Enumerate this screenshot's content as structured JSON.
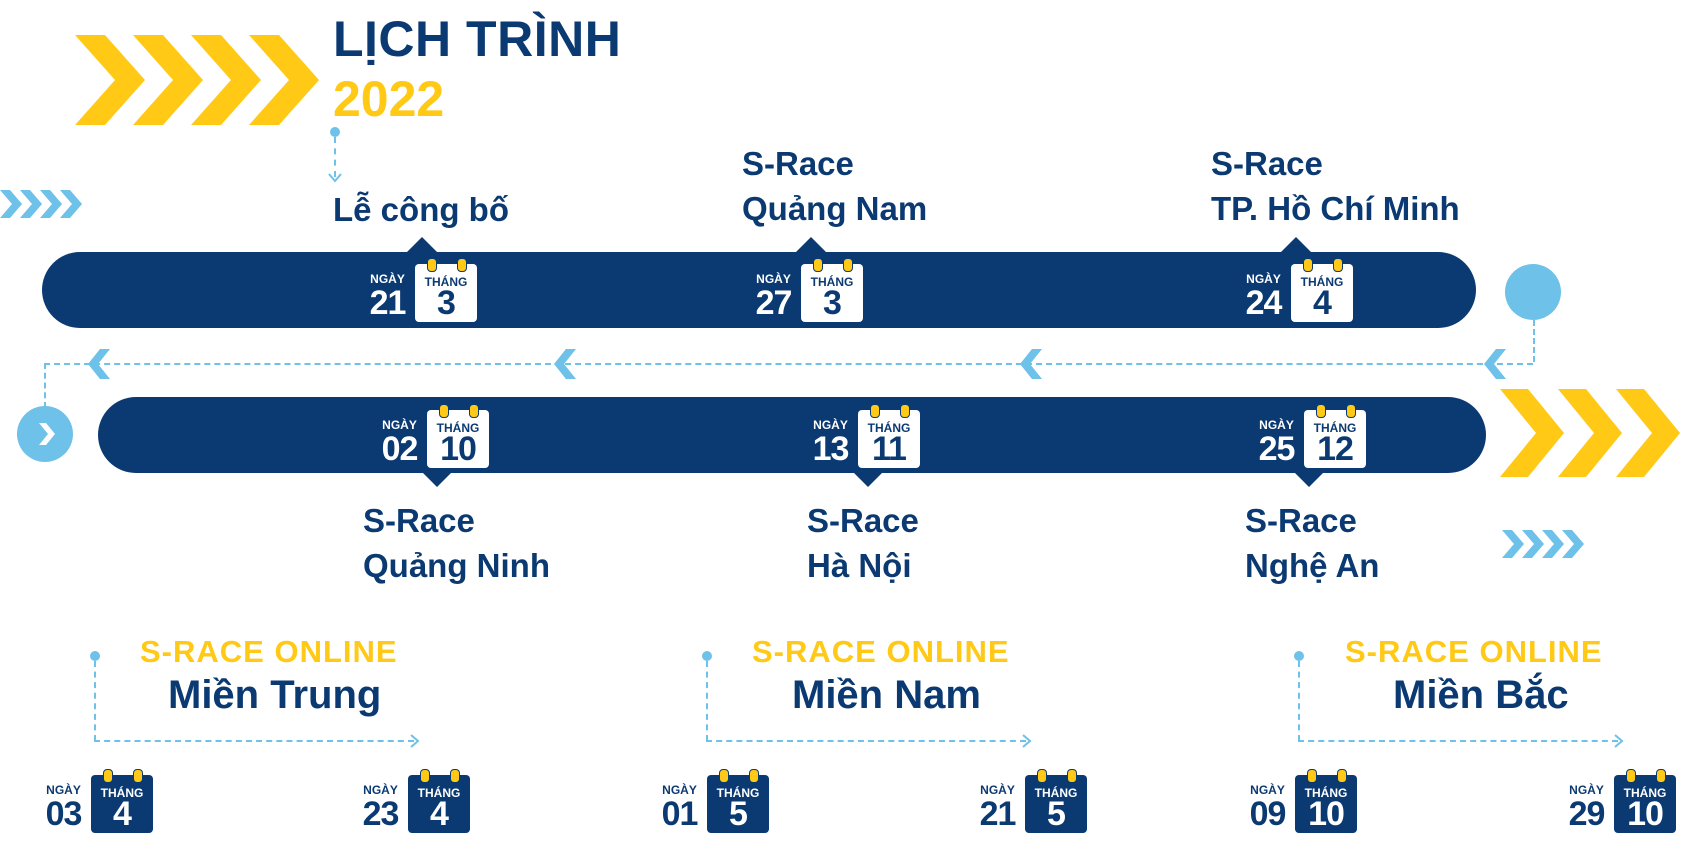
{
  "header": {
    "title_line1": "LỊCH TRÌNH",
    "title_line2": "2022"
  },
  "labels": {
    "ngay": "NGÀY",
    "thang": "THÁNG"
  },
  "top_row": [
    {
      "line1": "",
      "line2": "Lễ công bố",
      "day": "21",
      "month": "3"
    },
    {
      "line1": "S-Race",
      "line2": "Quảng Nam",
      "day": "27",
      "month": "3"
    },
    {
      "line1": "S-Race",
      "line2": "TP. Hồ Chí Minh",
      "day": "24",
      "month": "4"
    }
  ],
  "bottom_row": [
    {
      "line1": "S-Race",
      "line2": "Quảng Ninh",
      "day": "02",
      "month": "10"
    },
    {
      "line1": "S-Race",
      "line2": "Hà Nội",
      "day": "13",
      "month": "11"
    },
    {
      "line1": "S-Race",
      "line2": "Nghệ An",
      "day": "25",
      "month": "12"
    }
  ],
  "online": [
    {
      "title": "S-RACE ONLINE",
      "region": "Miền Trung",
      "start_day": "03",
      "start_month": "4",
      "end_day": "23",
      "end_month": "4"
    },
    {
      "title": "S-RACE ONLINE",
      "region": "Miền Nam",
      "start_day": "01",
      "start_month": "5",
      "end_day": "21",
      "end_month": "5"
    },
    {
      "title": "S-RACE ONLINE",
      "region": "Miền Bắc",
      "start_day": "09",
      "start_month": "10",
      "end_day": "29",
      "end_month": "10"
    }
  ],
  "colors": {
    "navy": "#0b3a72",
    "yellow": "#ffc915",
    "light_blue": "#6ec1e8"
  },
  "icons": [
    "chevron-right-icon",
    "chevron-left-icon",
    "calendar-icon"
  ]
}
